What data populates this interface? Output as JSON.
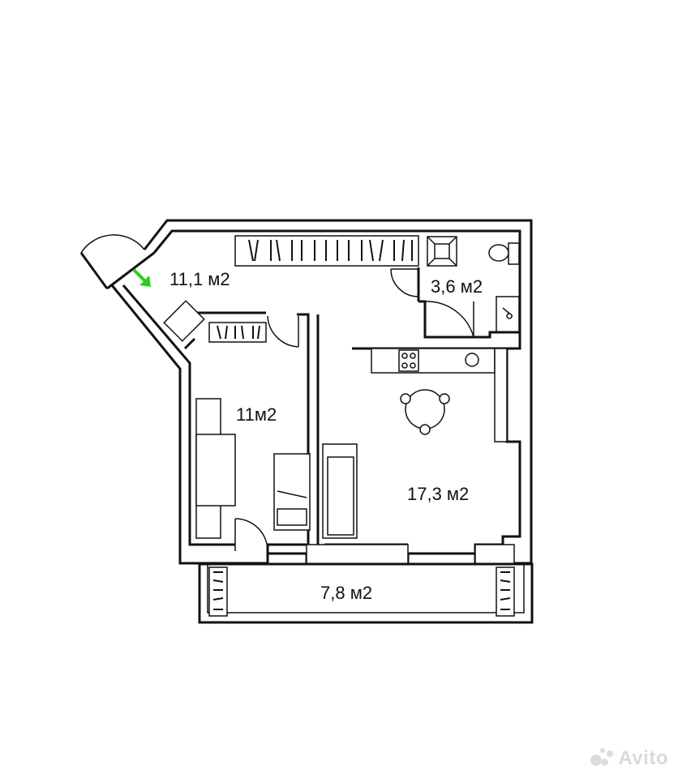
{
  "rooms": [
    {
      "id": "hall",
      "label": "11,1 м2"
    },
    {
      "id": "bath",
      "label": "3,6 м2"
    },
    {
      "id": "bedroom",
      "label": "11м2"
    },
    {
      "id": "living",
      "label": "17,3 м2"
    },
    {
      "id": "balcony",
      "label": "7,8 м2"
    }
  ],
  "entrance_marker": {
    "icon": "entrance-arrow-icon",
    "color": "#2ecc1f"
  },
  "watermark": {
    "text": "Avito",
    "icon": "avito-logo-icon"
  }
}
